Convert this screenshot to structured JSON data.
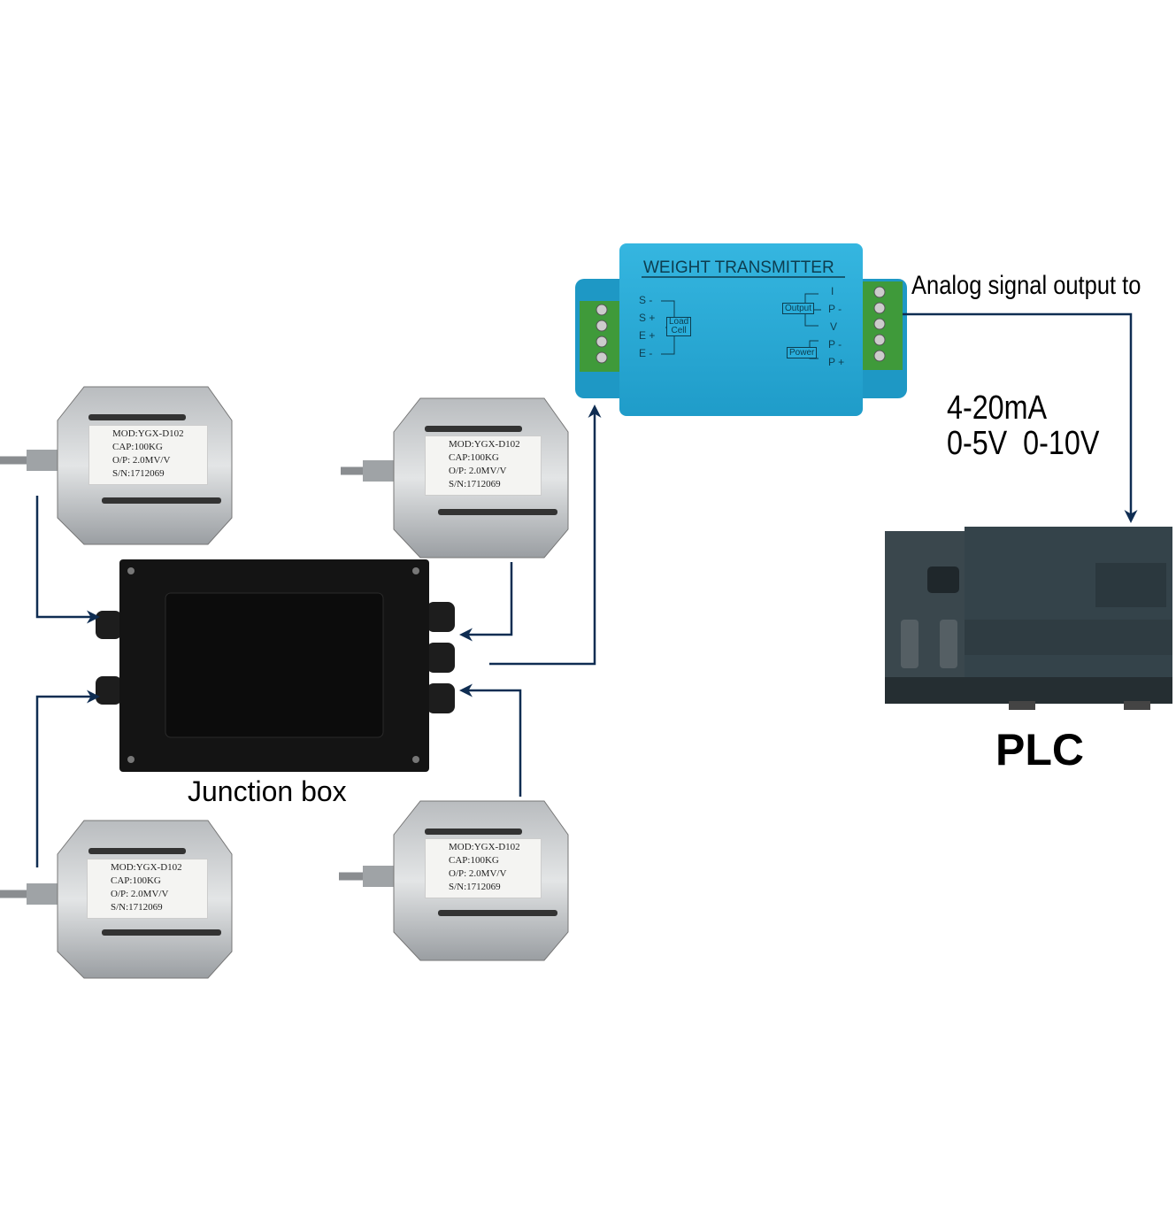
{
  "captions": {
    "junction_box": "Junction box",
    "analog_output": "Analog signal output to",
    "signal_current": "4-20mA",
    "signal_voltage": "0-5V  0-10V",
    "plc": "PLC"
  },
  "transmitter": {
    "title": "WEIGHT  TRANSMITTER",
    "left_pins": [
      "S -",
      "S +",
      "E +",
      "E -"
    ],
    "load_cell_group": [
      "Load",
      "Cell"
    ],
    "right_pins": [
      "I",
      "P -",
      "V",
      "P -",
      "P +"
    ],
    "output_group": "Output",
    "power_group": "Power"
  },
  "load_cells": [
    {
      "mod": "MOD:YGX-D102",
      "cap": "CAP:100KG",
      "op": "O/P: 2.0MV/V",
      "sn": "S/N:1712069"
    },
    {
      "mod": "MOD:YGX-D102",
      "cap": "CAP:100KG",
      "op": "O/P: 2.0MV/V",
      "sn": "S/N:1712069"
    },
    {
      "mod": "MOD:YGX-D102",
      "cap": "CAP:100KG",
      "op": "O/P: 2.0MV/V",
      "sn": "S/N:1712069"
    },
    {
      "mod": "MOD:YGX-D102",
      "cap": "CAP:100KG",
      "op": "O/P: 2.0MV/V",
      "sn": "S/N:1712069"
    }
  ],
  "colors": {
    "arrow": "#0f2d52",
    "transmitter": "#23a9d6",
    "terminal": "#3f9a3a",
    "plc": "#3a474d",
    "junction": "#141414"
  }
}
